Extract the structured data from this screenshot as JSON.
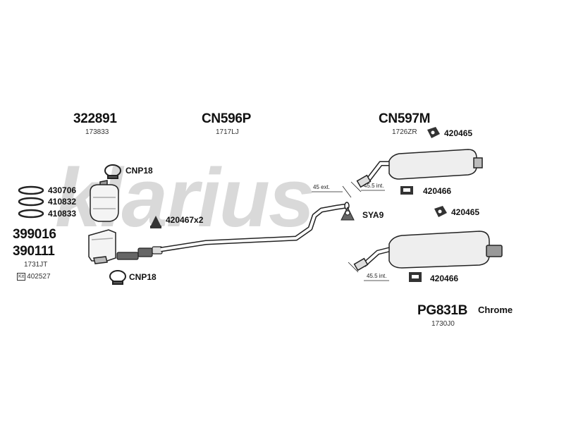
{
  "watermark": "klarius",
  "parts": {
    "cat_code": "322891",
    "cat_sub": "173833",
    "front_pipe_code": "CN596P",
    "front_pipe_sub": "1717LJ",
    "rear_box_code": "CN597M",
    "rear_box_sub": "1726ZR",
    "kit_code": "PG831B",
    "kit_finish": "Chrome",
    "kit_sub": "1730J0",
    "dpf_code_1": "399016",
    "dpf_code_2": "390111",
    "dpf_sub": "1731JT",
    "kit_badge": "Kit",
    "kit_number": "402527"
  },
  "fittings": {
    "clamp_top": "CNP18",
    "clamp_bottom": "CNP18",
    "gasket_1": "430706",
    "gasket_2": "410832",
    "gasket_3": "410833",
    "mount_mid": "420467x2",
    "mount_sya": "SYA9",
    "rubber_1": "420465",
    "bracket_1": "420466",
    "rubber_2": "420465",
    "bracket_2": "420466"
  },
  "dimensions": {
    "ext": "45 ext.",
    "int_top": "45.5 int.",
    "int_bottom": "45.5 int."
  }
}
